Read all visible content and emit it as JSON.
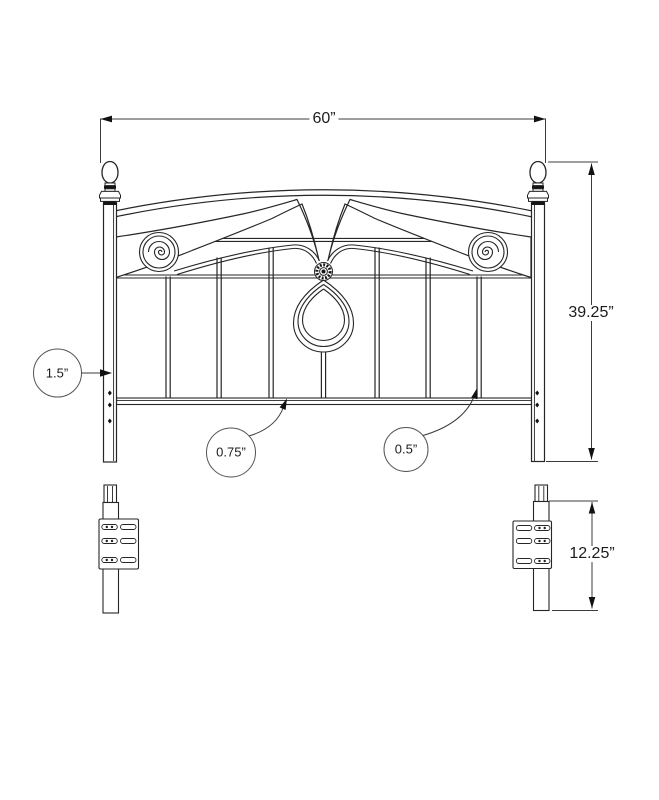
{
  "title": "Headboard dimension diagram",
  "labels": {
    "width": "60”",
    "height": "39.25”",
    "leg_height": "12.25”",
    "post_thickness": "1.5”",
    "rail_thickness": "0.75”",
    "spindle_thickness": "0.5”"
  },
  "colors": {
    "line": "#262626",
    "dimension_line": "#3c3c3c",
    "callout_stroke": "#555555",
    "arrowhead": "#111111",
    "background": "#ffffff",
    "text": "#1c1c1c"
  }
}
